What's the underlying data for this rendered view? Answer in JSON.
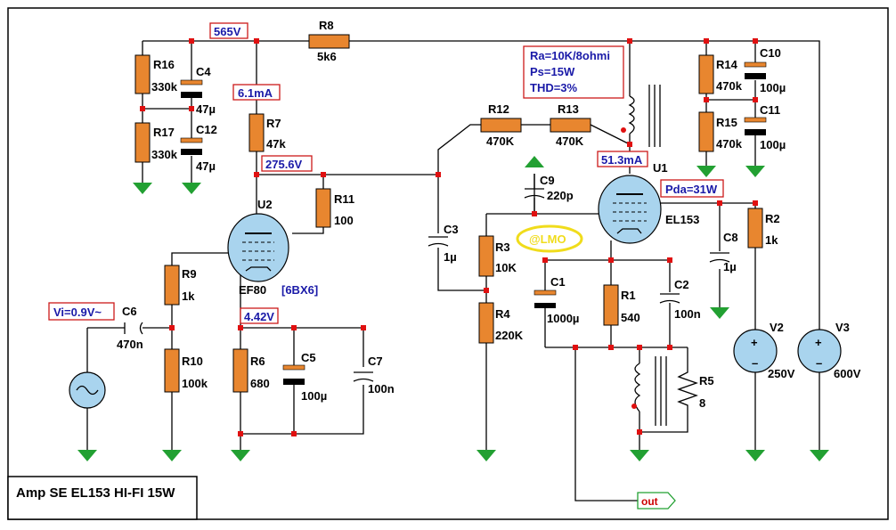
{
  "title": "Amp SE EL153 HI-FI 15W",
  "watermark": "@LMO",
  "annotations": {
    "v565": "565V",
    "i61": "6.1mA",
    "v2756": "275.6V",
    "v442": "4.42V",
    "vi": "Vi=0.9V~",
    "i513": "51.3mA",
    "pda": "Pda=31W",
    "ra": "Ra=10K/8ohmi",
    "ps": "Ps=15W",
    "thd": "THD=3%",
    "tube_u2_alt": "[6BX6]"
  },
  "resistors": [
    {
      "id": "R16",
      "value": "330k"
    },
    {
      "id": "R17",
      "value": "330k"
    },
    {
      "id": "R7",
      "value": "47k"
    },
    {
      "id": "R8",
      "value": "5k6"
    },
    {
      "id": "R11",
      "value": "100"
    },
    {
      "id": "R9",
      "value": "1k"
    },
    {
      "id": "R10",
      "value": "100k"
    },
    {
      "id": "R6",
      "value": "680"
    },
    {
      "id": "R12",
      "value": "470K"
    },
    {
      "id": "R13",
      "value": "470K"
    },
    {
      "id": "R3",
      "value": "10K"
    },
    {
      "id": "R4",
      "value": "220K"
    },
    {
      "id": "R1",
      "value": "540"
    },
    {
      "id": "R5",
      "value": "8"
    },
    {
      "id": "R14",
      "value": "470k"
    },
    {
      "id": "R15",
      "value": "470k"
    },
    {
      "id": "R2",
      "value": "1k"
    }
  ],
  "capacitors": [
    {
      "id": "C4",
      "value": "47µ"
    },
    {
      "id": "C12",
      "value": "47µ"
    },
    {
      "id": "C6",
      "value": "470n"
    },
    {
      "id": "C5",
      "value": "100µ"
    },
    {
      "id": "C7",
      "value": "100n"
    },
    {
      "id": "C3",
      "value": "1µ"
    },
    {
      "id": "C9",
      "value": "220p"
    },
    {
      "id": "C1",
      "value": "1000µ"
    },
    {
      "id": "C2",
      "value": "100n"
    },
    {
      "id": "C8",
      "value": "1µ"
    },
    {
      "id": "C10",
      "value": "100µ"
    },
    {
      "id": "C11",
      "value": "100µ"
    }
  ],
  "tubes": [
    {
      "id": "U2",
      "type": "EF80"
    },
    {
      "id": "U1",
      "type": "EL153"
    }
  ],
  "sources": [
    {
      "id": "V2",
      "value": "250V"
    },
    {
      "id": "V3",
      "value": "600V"
    }
  ],
  "output_label": "out",
  "colors": {
    "resistor": "#e8862f",
    "node": "#e01010",
    "ground": "#22a032",
    "tube": "#a9d4ee",
    "annotation": "#1a1aa8",
    "box": "#cc1a1a"
  }
}
